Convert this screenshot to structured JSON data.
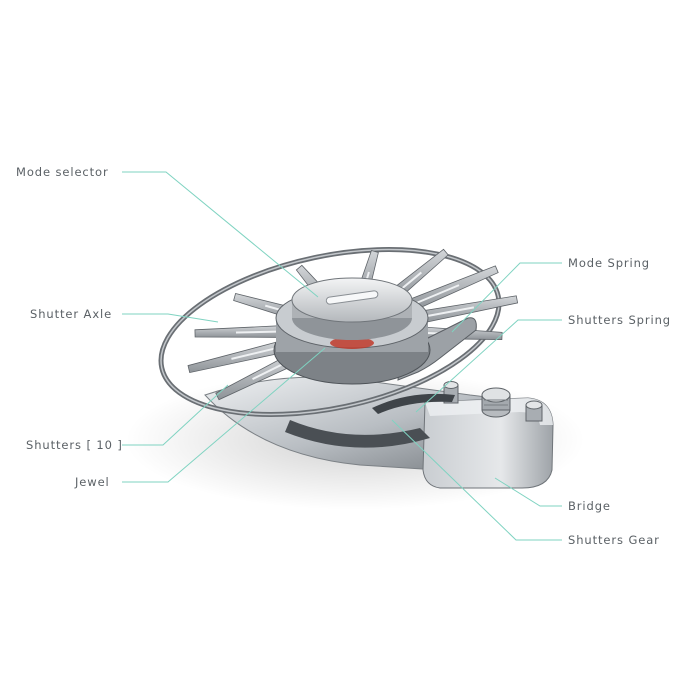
{
  "callouts": {
    "mode_selector": "Mode selector",
    "shutter_axle": "Shutter Axle",
    "shutters": "Shutters [ 10 ]",
    "jewel": "Jewel",
    "mode_spring": "Mode Spring",
    "shutters_spring": "Shutters Spring",
    "bridge": "Bridge",
    "shutters_gear": "Shutters Gear"
  },
  "colors": {
    "leader_line": "#7fd3c1",
    "label_text": "#5b6166",
    "metal_light": "#d7dadd",
    "metal_mid": "#a9aeb3",
    "metal_dark": "#5c6166",
    "jewel_red": "#c0392b"
  },
  "shutter_count": 10
}
